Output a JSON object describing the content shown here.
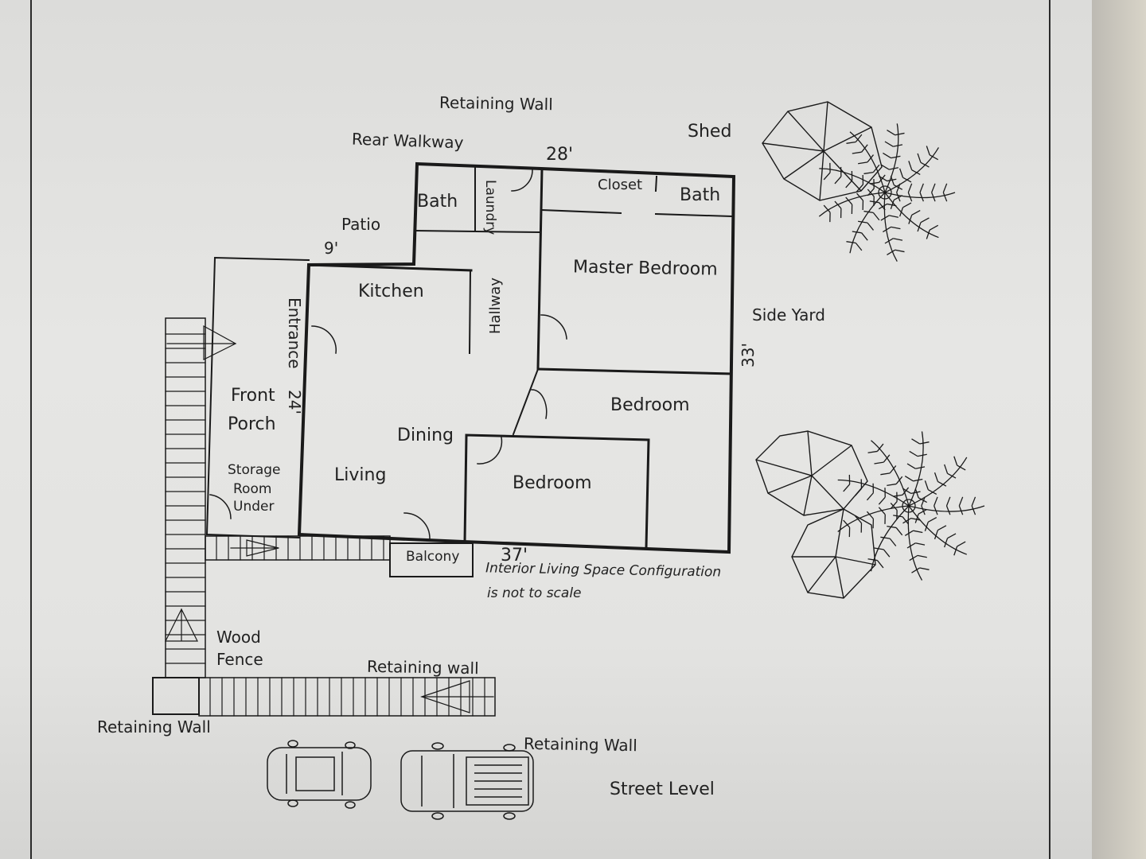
{
  "labels": {
    "retaining_wall_top": "Retaining Wall",
    "rear_walkway": "Rear Walkway",
    "shed": "Shed",
    "dim_28": "28'",
    "bath_left": "Bath",
    "laundry": "Laundry",
    "closet": "Closet",
    "bath_right": "Bath",
    "patio": "Patio",
    "dim_9": "9'",
    "master_bedroom": "Master Bedroom",
    "kitchen": "Kitchen",
    "hallway": "Hallway",
    "side_yard": "Side Yard",
    "entrance": "Entrance",
    "dim_33": "33'",
    "front": "Front",
    "dim_24": "24'",
    "porch": "Porch",
    "bedroom_upper": "Bedroom",
    "dining": "Dining",
    "storage": "Storage",
    "room": "Room",
    "under": "Under",
    "living": "Living",
    "bedroom_lower": "Bedroom",
    "balcony": "Balcony",
    "dim_37": "37'",
    "note_line1": "Interior Living Space Configuration",
    "note_line2": "is not to scale",
    "wood": "Wood",
    "fence": "Fence",
    "retaining_wall_mid": "Retaining wall",
    "retaining_wall_left": "Retaining Wall",
    "retaining_wall_bottom": "Retaining Wall",
    "street_level": "Street Level"
  },
  "colors": {
    "ink": "#1a1a1a",
    "paper": "#e4e4e2"
  }
}
